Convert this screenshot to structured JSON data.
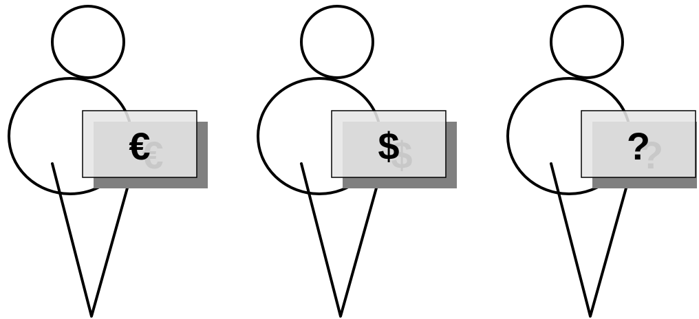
{
  "figures": [
    {
      "id": "euro",
      "symbol": "€"
    },
    {
      "id": "dollar",
      "symbol": "$"
    },
    {
      "id": "unknown",
      "symbol": "?"
    }
  ]
}
